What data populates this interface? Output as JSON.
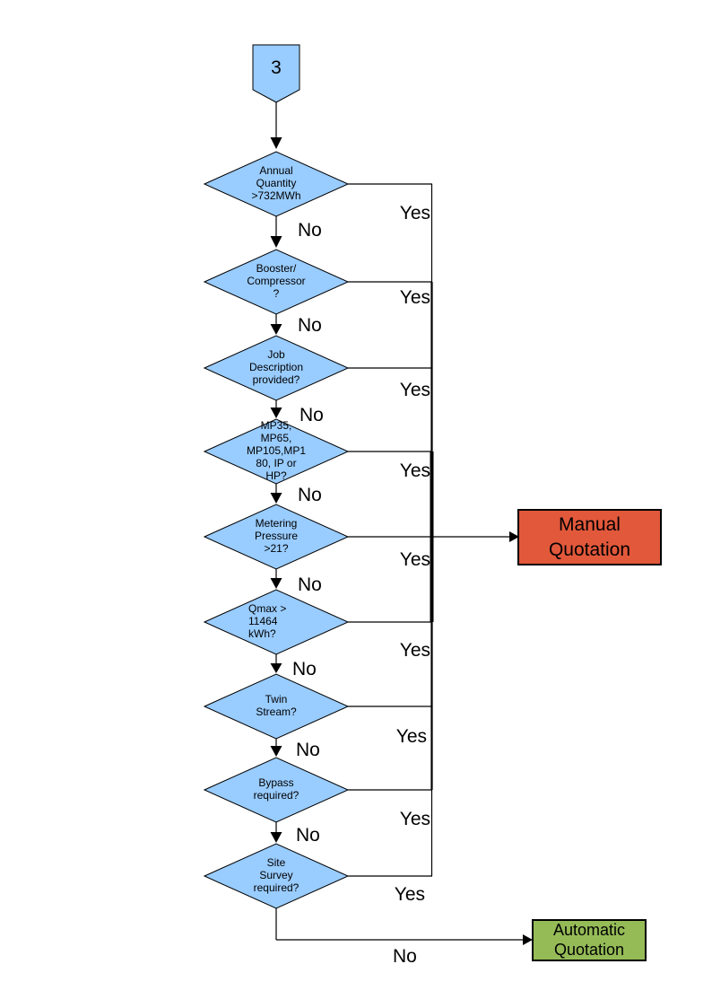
{
  "page": {
    "background": "#ffffff"
  },
  "colors": {
    "decision_fill": "#99ccff",
    "decision_stroke": "#000000",
    "manual_fill": "#e2583b",
    "automatic_fill": "#95bb57",
    "line": "#000000"
  },
  "connector": {
    "label": "3"
  },
  "decisions": [
    {
      "name": "annual-quantity",
      "label": "Annual\nQuantity\n>732MWh",
      "yes_label": "Yes",
      "no_label": "No"
    },
    {
      "name": "booster-compressor",
      "label": "Booster/\nCompressor\n?",
      "yes_label": "Yes",
      "no_label": "No"
    },
    {
      "name": "job-description",
      "label": "Job\nDescription\nprovided?",
      "yes_label": "Yes",
      "no_label": "No"
    },
    {
      "name": "pressure-tier",
      "label": "MP35,\nMP65,\nMP105,MP1\n80, IP or\nHP?",
      "yes_label": "Yes",
      "no_label": "No"
    },
    {
      "name": "metering-pressure",
      "label": "Metering\nPressure\n>21?",
      "yes_label": "Yes",
      "no_label": "No"
    },
    {
      "name": "qmax",
      "label": "Qmax >\n11464\nkWh?",
      "yes_label": "Yes",
      "no_label": "No"
    },
    {
      "name": "twin-stream",
      "label": "Twin\nStream?",
      "yes_label": "Yes",
      "no_label": "No"
    },
    {
      "name": "bypass",
      "label": "Bypass\nrequired?",
      "yes_label": "Yes",
      "no_label": "No"
    },
    {
      "name": "site-survey",
      "label": "Site\nSurvey\nrequired?",
      "yes_label": "Yes",
      "no_label": "No"
    }
  ],
  "outcomes": {
    "manual": {
      "label": "Manual\nQuotation"
    },
    "automatic": {
      "label": "Automatic\nQuotation"
    }
  }
}
